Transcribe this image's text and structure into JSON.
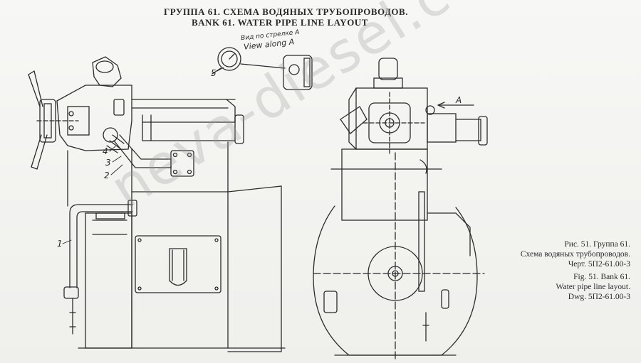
{
  "title": {
    "ru": "ГРУППА 61. СХЕМА ВОДЯНЫХ ТРУБОПРОВОДОВ.",
    "en": "BANK 61. WATER PIPE LINE LAYOUT"
  },
  "view_label": {
    "ru": "Вид по стрелке А",
    "en": "View along A"
  },
  "arrow_label": "A",
  "callouts": [
    "1",
    "2",
    "3",
    "4",
    "5"
  ],
  "caption": {
    "ru_line1": "Рис. 51. Группа 61.",
    "ru_line2": "Схема водяных трубопроводов.",
    "ru_line3": "Черт. 5П2-61.00-3",
    "en_line1": "Fig. 51. Bank 61.",
    "en_line2": "Water pipe line layout.",
    "en_line3": "Dwg. 5П2-61.00-3"
  },
  "watermark": "neva-diesel.com"
}
